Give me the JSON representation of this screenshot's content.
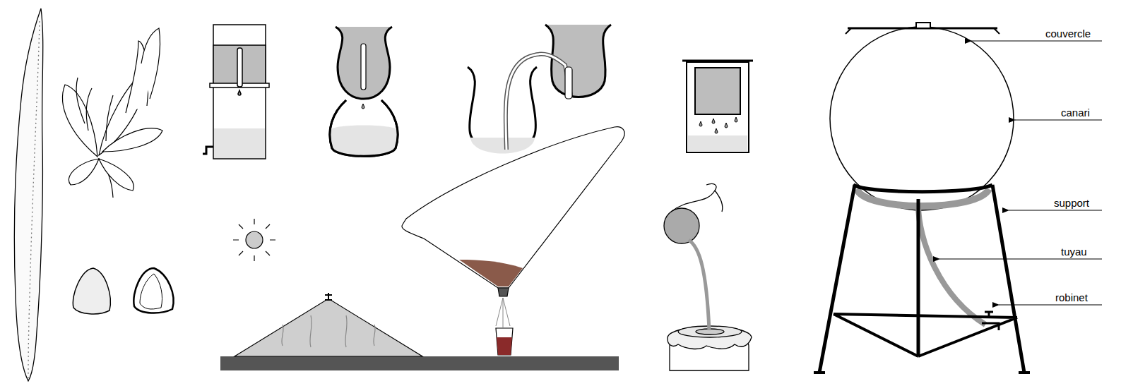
{
  "diagram": {
    "labels": [
      "couvercle",
      "canari",
      "support",
      "tuyau",
      "robinet"
    ]
  }
}
